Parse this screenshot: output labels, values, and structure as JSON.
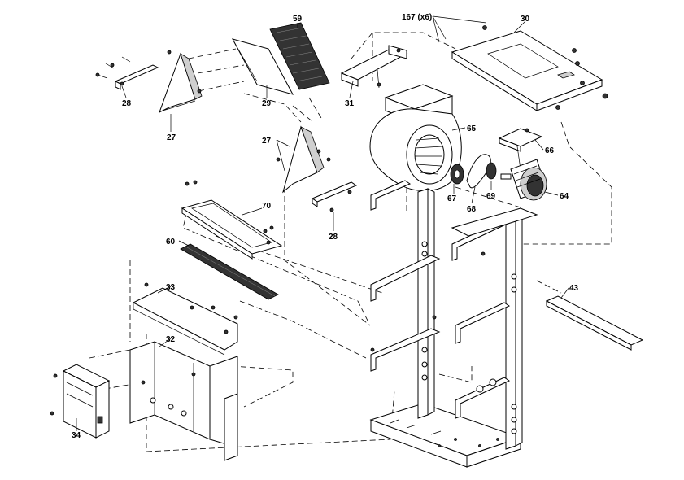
{
  "callouts": {
    "c28a": "28",
    "c27a": "27",
    "c29": "29",
    "c59": "59",
    "c31": "31",
    "c167": "167 (x6)",
    "c30": "30",
    "c65": "65",
    "c66": "66",
    "c27b": "27",
    "c28b": "28",
    "c67": "67",
    "c68": "68",
    "c69": "69",
    "c64": "64",
    "c70": "70",
    "c60": "60",
    "c33": "33",
    "c32": "32",
    "c43": "43",
    "c34": "34"
  }
}
